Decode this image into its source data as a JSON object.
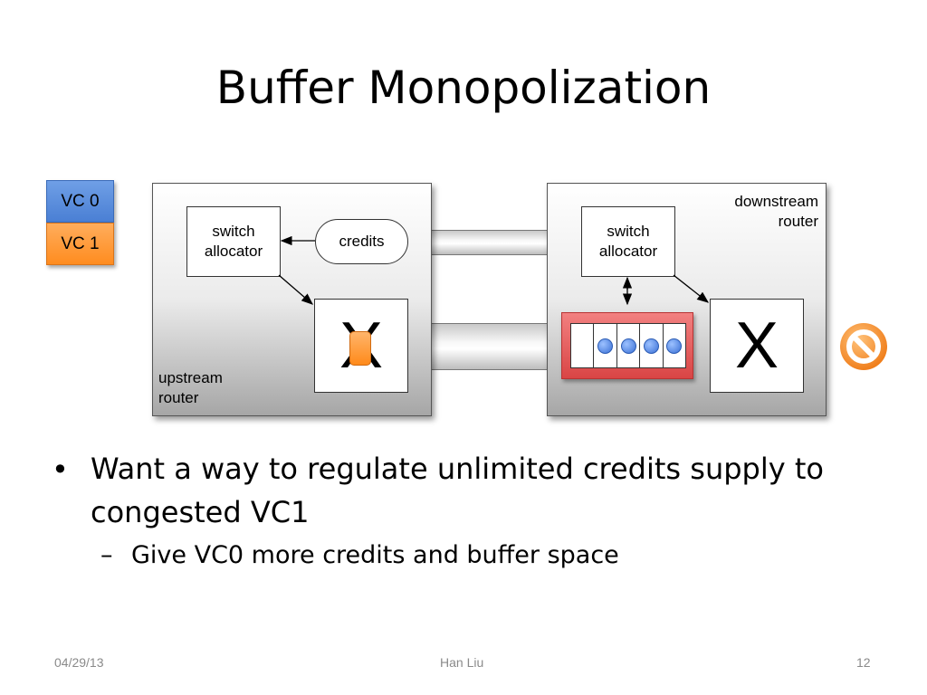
{
  "slide": {
    "title": "Buffer Monopolization",
    "legend": {
      "vc0": "VC 0",
      "vc1": "VC 1"
    },
    "upstream": {
      "switch_allocator": "switch\nallocator",
      "credits": "credits",
      "crossbar_symbol": "X",
      "router_label": "upstream\nrouter"
    },
    "downstream": {
      "switch_allocator": "switch\nallocator",
      "crossbar_symbol": "X",
      "router_label": "downstream\nrouter",
      "buffer_occupied_slots": 4,
      "buffer_total_slots": 5
    },
    "bullets": [
      {
        "text": "Want a way to regulate unlimited credits supply to congested VC1",
        "sub": [
          "Give VC0 more credits and buffer space"
        ]
      }
    ],
    "bullet_glyph": "•",
    "sub_glyph": "–",
    "footer": {
      "date": "04/29/13",
      "author": "Han Liu",
      "page": "12"
    }
  },
  "colors": {
    "vc0": "#4a7fd4",
    "vc1": "#ff8c1f",
    "buffer": "#d94545",
    "stop_icon": "#f5922e"
  },
  "icons": {
    "blocked": "no-entry-icon"
  }
}
